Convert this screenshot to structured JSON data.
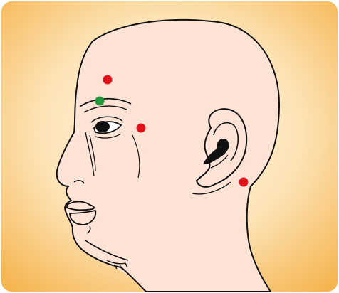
{
  "illustration": {
    "subject": "head-profile-illustration",
    "colors": {
      "background_center": "#FFF3DF",
      "background_edge": "#F5B44E",
      "skin": "#FCE3D6",
      "outline": "#111111",
      "point_primary": "#E3131B",
      "point_secondary": "#1E9A3C"
    },
    "points": [
      {
        "id": "forehead-point",
        "color": "red"
      },
      {
        "id": "eyebrow-point",
        "color": "green"
      },
      {
        "id": "temple-point",
        "color": "red"
      },
      {
        "id": "neck-point",
        "color": "red"
      }
    ]
  }
}
